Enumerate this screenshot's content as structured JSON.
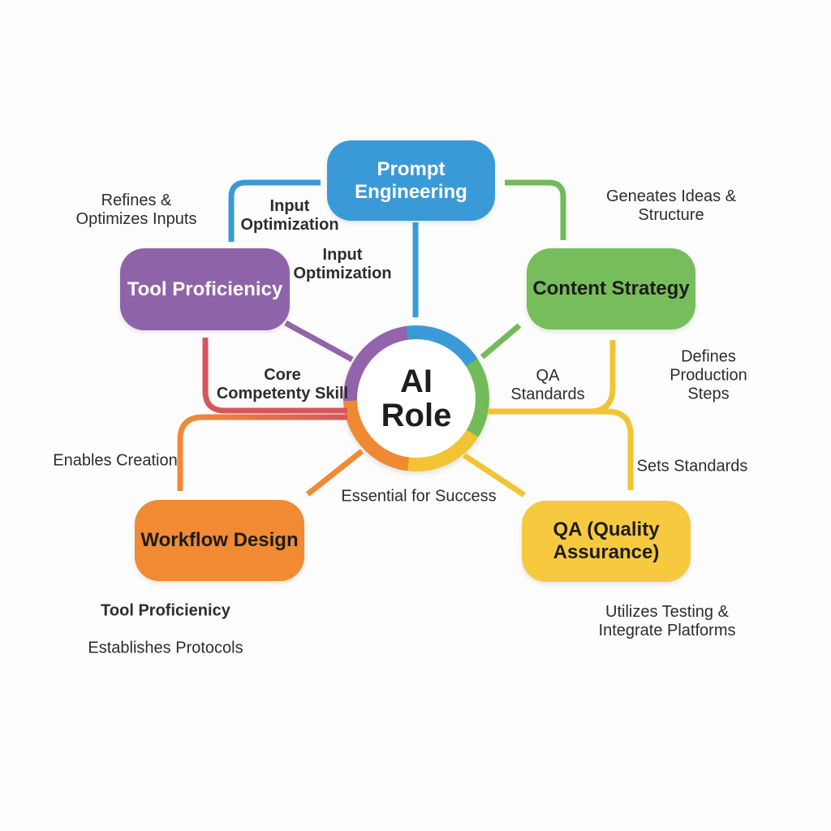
{
  "background": "#fdfdfd",
  "center": {
    "label": "AI\nRole",
    "ring_colors": {
      "blue": "#3a9ad8",
      "green": "#72bb58",
      "yellow": "#f2c433",
      "orange": "#ef8a33",
      "purple": "#9264ab"
    }
  },
  "nodes": {
    "prompt": {
      "label": "Prompt\nEngineering",
      "color": "#3a9ad8",
      "text_color": "#ffffff"
    },
    "tool": {
      "label": "Tool Proficienicy",
      "color": "#8f63a9",
      "text_color": "#ffffff"
    },
    "content": {
      "label": "Content Strategy",
      "color": "#77bd5b",
      "text_color": "#1c1c1c"
    },
    "workflow": {
      "label": "Workflow Design",
      "color": "#f08a33",
      "text_color": "#1c1c1c"
    },
    "qa": {
      "label": "QA (Quality\nAssurance)",
      "color": "#f7c93f",
      "text_color": "#1c1c1c"
    }
  },
  "labels": {
    "refines": "Refines &\nOptimizes Inputs",
    "input_optimization_top": "Input\nOptimization",
    "input_optimization_mid": "Input\nOptimization",
    "generates": "Geneates Ideas & Structure",
    "core_competency": "Core\nCompetenty Skill",
    "qa_standards": "QA\nStandards",
    "defines_production": "Defines Production Steps",
    "enables_creation": "Enables Creation",
    "sets_standards": "Sets Standards",
    "essential": "Essential for Success",
    "tool_proficiency_note": "Tool Proficienicy",
    "establishes_protocols": "Establishes Protocols",
    "utilizes": "Utilizes Testing &\nIntegrate Platforms"
  },
  "connector_colors": {
    "blue": "#3a9ad8",
    "green": "#72bb58",
    "purple": "#9264ab",
    "red": "#d9545c",
    "orange": "#f08a33",
    "yellow": "#f2c433"
  }
}
